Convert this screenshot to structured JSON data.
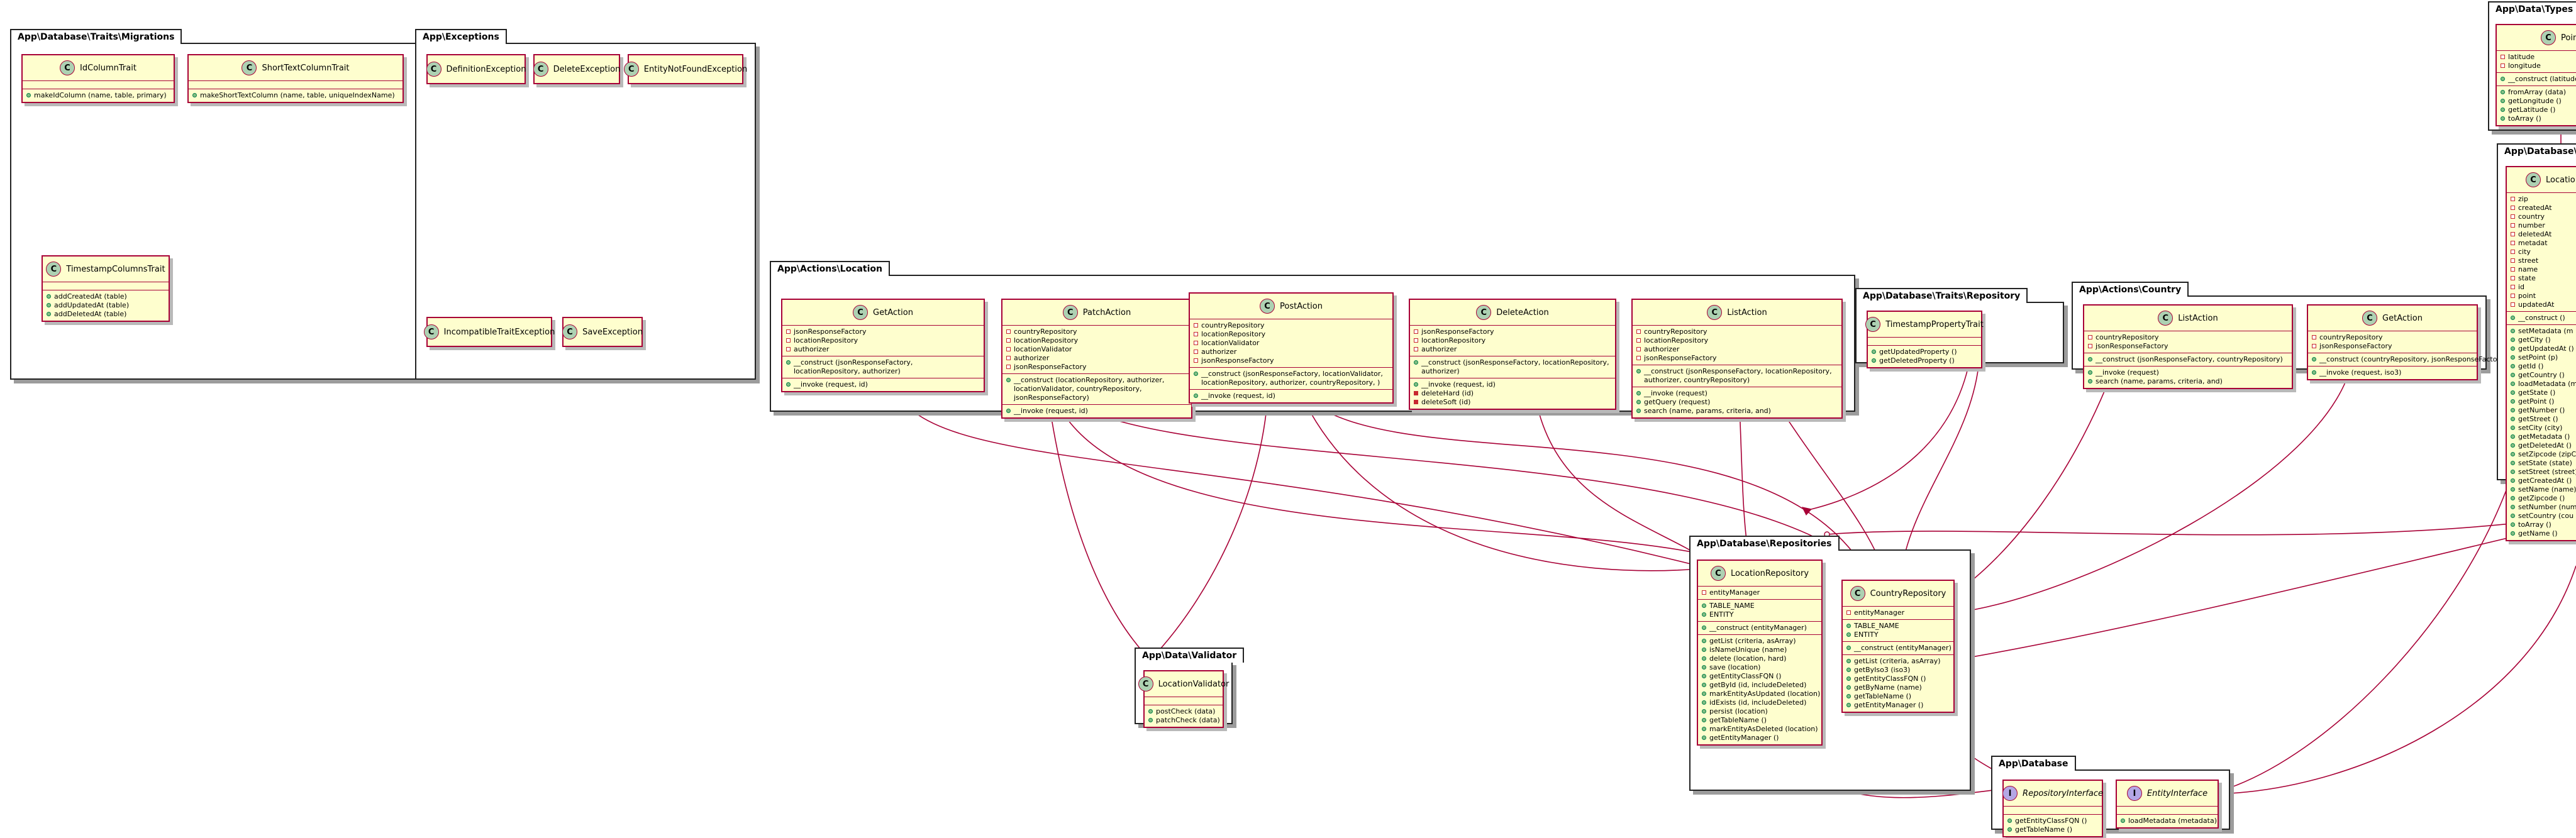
{
  "colors": {
    "class_fill": "#fefece",
    "class_border": "#a80036",
    "class_badge": "#add1b2",
    "interface_badge": "#b4a7e5",
    "link": "#a80036"
  },
  "packages": {
    "migrations": {
      "label": "App\\Database\\Traits\\Migrations",
      "classes": {
        "id_column": {
          "name": "IdColumnTrait",
          "methods": [
            "makeIdColumn (name, table, primary)"
          ]
        },
        "short_text": {
          "name": "ShortTextColumnTrait",
          "methods": [
            "makeShortTextColumn (name, table, uniqueIndexName)"
          ]
        },
        "timestamp_columns": {
          "name": "TimestampColumnsTrait",
          "methods": [
            "addCreatedAt (table)",
            "addUpdatedAt (table)",
            "addDeletedAt (table)"
          ]
        }
      }
    },
    "exceptions": {
      "label": "App\\Exceptions",
      "classes": {
        "definition": {
          "name": "DefinitionException"
        },
        "delete": {
          "name": "DeleteException"
        },
        "entity_not_found": {
          "name": "EntityNotFoundException"
        },
        "incompatible_trait": {
          "name": "IncompatibleTraitException"
        },
        "save": {
          "name": "SaveException"
        }
      }
    },
    "actions_location": {
      "label": "App\\Actions\\Location",
      "classes": {
        "get": {
          "name": "GetAction",
          "fields": [
            "jsonResponseFactory",
            "locationRepository",
            "authorizer"
          ],
          "methods": [
            "__construct (jsonResponseFactory, locationRepository, authorizer)",
            "__invoke (request, id)"
          ]
        },
        "patch": {
          "name": "PatchAction",
          "fields": [
            "countryRepository",
            "locationRepository",
            "locationValidator",
            "authorizer",
            "jsonResponseFactory"
          ],
          "methods": [
            "__construct (locationRepository, authorizer, locationValidator, countryRepository, jsonResponseFactory)",
            "__invoke (request, id)"
          ]
        },
        "post": {
          "name": "PostAction",
          "fields": [
            "countryRepository",
            "locationRepository",
            "locationValidator",
            "authorizer",
            "jsonResponseFactory"
          ],
          "methods": [
            "__construct (jsonResponseFactory, locationValidator, locationRepository, authorizer, countryRepository, )",
            "__invoke (request, id)"
          ]
        },
        "delete": {
          "name": "DeleteAction",
          "fields": [
            "jsonResponseFactory",
            "locationRepository",
            "authorizer"
          ],
          "methods": [
            "__construct (jsonResponseFactory, locationRepository, authorizer)",
            "__invoke (request, id)",
            "deleteHard (id)",
            "deleteSoft (id)"
          ]
        },
        "list": {
          "name": "ListAction",
          "fields": [
            "countryRepository",
            "locationRepository",
            "authorizer",
            "jsonResponseFactory"
          ],
          "methods": [
            "__construct (jsonResponseFactory, locationRepository, authorizer, countryRepository)",
            "__invoke (request)",
            "getQuery (request)",
            "search (name, params, criteria, and)"
          ]
        }
      }
    },
    "traits_repository": {
      "label": "App\\Database\\Traits\\Repository",
      "classes": {
        "timestamp_property": {
          "name": "TimestampPropertyTrait",
          "methods": [
            "getUpdatedProperty ()",
            "getDeletedProperty ()"
          ]
        }
      }
    },
    "actions_country": {
      "label": "App\\Actions\\Country",
      "classes": {
        "list": {
          "name": "ListAction",
          "fields": [
            "countryRepository",
            "jsonResponseFactory"
          ],
          "methods": [
            "__construct (jsonResponseFactory, countryRepository)",
            "__invoke (request)",
            "search (name, params, criteria, and)"
          ]
        },
        "get": {
          "name": "GetAction",
          "fields": [
            "countryRepository",
            "jsonResponseFactory"
          ],
          "methods": [
            "__construct (countryRepository, jsonResponseFactory)",
            "__invoke (request, iso3)"
          ]
        }
      }
    },
    "data_types": {
      "label": "App\\Data\\Types",
      "classes": {
        "point": {
          "name": "Point",
          "fields": [
            "latitude",
            "longitude"
          ],
          "methods": [
            "__construct (latitude",
            "fromArray (data)",
            "getLongitude ()",
            "getLatitude ()",
            "toArray ()"
          ]
        }
      }
    },
    "entities": {
      "label": "App\\Database\\En",
      "classes": {
        "location": {
          "name": "Locatio",
          "fields": [
            "zip",
            "createdAt",
            "country",
            "number",
            "deletedAt",
            "metadat",
            "city",
            "street",
            "name",
            "state",
            "id",
            "point",
            "updatedAt"
          ],
          "ctor": "__construct ()",
          "methods": [
            "setMetadata (m",
            "getCity ()",
            "getUpdatedAt ()",
            "setPoint (p)",
            "getId ()",
            "getCountry ()",
            "loadMetadata (m",
            "getState ()",
            "getPoint ()",
            "getNumber ()",
            "getStreet ()",
            "setCity (city)",
            "getMetadata ()",
            "getDeletedAt ()",
            "setZipcode (zipC",
            "setState (state)",
            "setStreet (street)",
            "getCreatedAt ()",
            "setName (name)",
            "getZipcode ()",
            "setNumber (num",
            "setCountry (cou",
            "toArray ()",
            "getName ()"
          ]
        }
      }
    },
    "data_validator": {
      "label": "App\\Data\\Validator",
      "classes": {
        "location_validator": {
          "name": "LocationValidator",
          "methods": [
            "postCheck (data)",
            "patchCheck (data)"
          ]
        }
      }
    },
    "repositories": {
      "label": "App\\Database\\Repositories",
      "classes": {
        "location": {
          "name": "LocationRepository",
          "fields": [
            "entityManager"
          ],
          "consts": [
            "TABLE_NAME",
            "ENTITY"
          ],
          "ctor": "__construct (entityManager)",
          "methods": [
            "getList (criteria, asArray)",
            "isNameUnique (name)",
            "delete (location, hard)",
            "save (location)",
            "getEntityClassFQN ()",
            "getById (id, includeDeleted)",
            "markEntityAsUpdated (location)",
            "idExists (id, includeDeleted)",
            "persist (location)",
            "getTableName ()",
            "markEntityAsDeleted (location)",
            "getEntityManager ()"
          ]
        },
        "country": {
          "name": "CountryRepository",
          "fields": [
            "entityManager"
          ],
          "consts": [
            "TABLE_NAME",
            "ENTITY"
          ],
          "ctor": "__construct (entityManager)",
          "methods": [
            "getList (criteria, asArray)",
            "getByIso3 (iso3)",
            "getEntityClassFQN ()",
            "getByName (name)",
            "getTableName ()",
            "getEntityManager ()"
          ]
        }
      }
    },
    "database": {
      "label": "App\\Database",
      "classes": {
        "repository_interface": {
          "name": "RepositoryInterface",
          "methods": [
            "getEntityClassFQN ()",
            "getTableName ()"
          ]
        },
        "entity_interface": {
          "name": "EntityInterface",
          "methods": [
            "loadMetadata (metadata)"
          ]
        }
      }
    }
  }
}
